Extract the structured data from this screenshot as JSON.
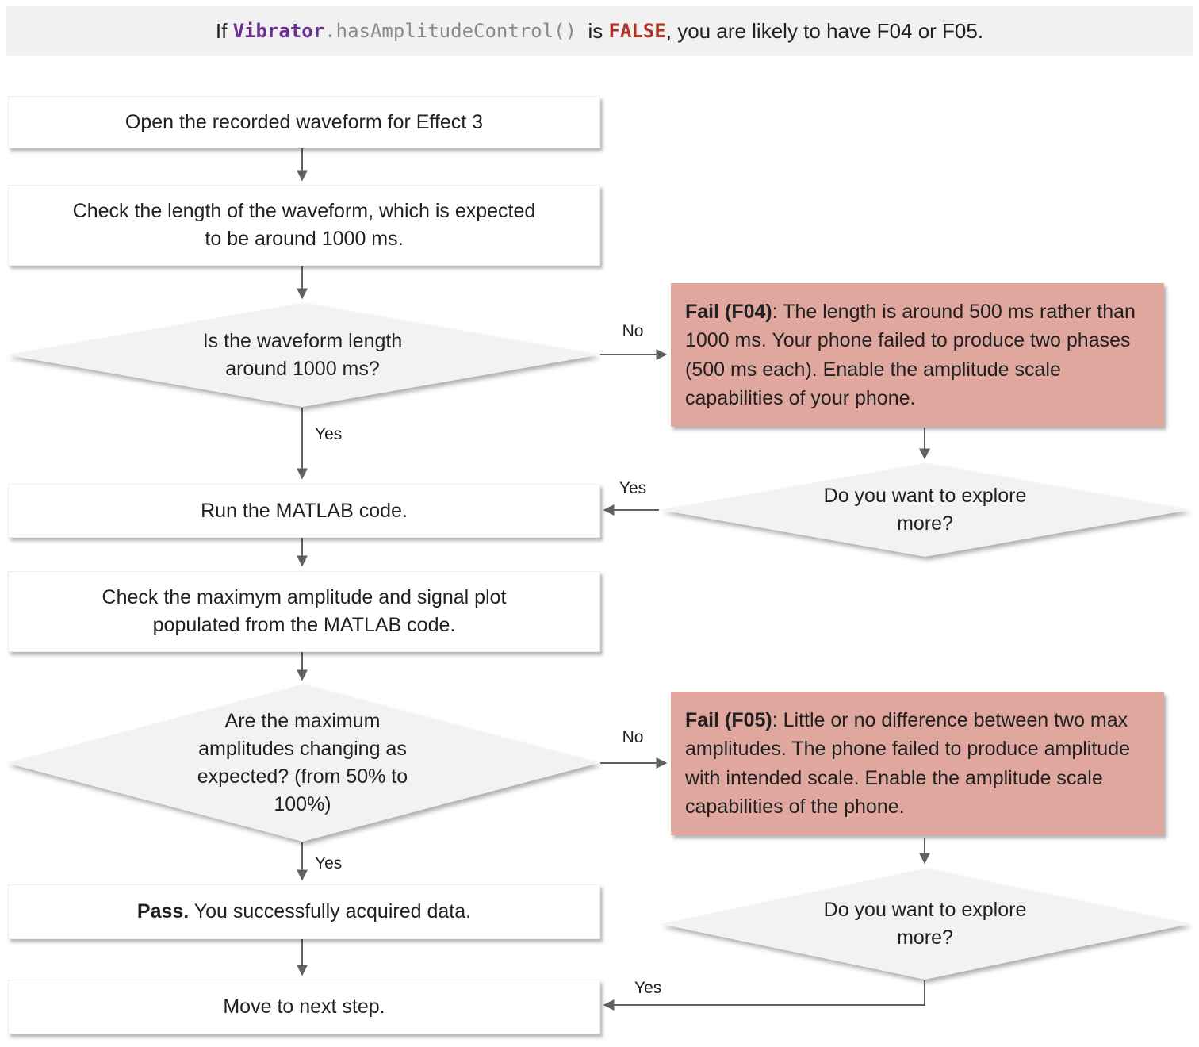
{
  "header": {
    "prefix": "If ",
    "code_object": "Vibrator",
    "code_method": ".hasAmplitudeControl()",
    "middle": "  is ",
    "code_value": "FALSE",
    "suffix": ", you are likely to have F04 or F05."
  },
  "colors": {
    "fail_box_bg": "#dfa79e",
    "decision_bg": "#f2f2f2",
    "banner_bg": "#f1f1f1",
    "code_object_color": "#6b2d90",
    "code_value_color": "#b03226",
    "arrow_color": "#616161"
  },
  "nodes": {
    "open_waveform": {
      "text": "Open the recorded waveform for Effect 3"
    },
    "check_length": {
      "text": "Check the length of the waveform, which is expected to be around 1000 ms."
    },
    "length_question": {
      "text": "Is the waveform length around 1000 ms?"
    },
    "run_matlab": {
      "text": "Run the MATLAB code."
    },
    "check_amplitude": {
      "text": "Check the maximym amplitude and signal plot populated from the MATLAB code."
    },
    "amplitude_question": {
      "text": "Are the maximum amplitudes changing as expected? (from 50% to 100%)"
    },
    "pass": {
      "bold": "Pass.",
      "text": " You successfully acquired data."
    },
    "move_next": {
      "text": "Move to next step."
    },
    "fail_f04": {
      "bold": "Fail (F04)",
      "text": ": The length is around 500 ms rather than 1000 ms. Your phone failed to produce two phases (500 ms each). Enable the amplitude scale capabilities of your phone."
    },
    "explore_more_1": {
      "text": "Do you want to explore more?"
    },
    "fail_f05": {
      "bold": "Fail (F05)",
      "text": ": Little or no difference between two max amplitudes. The phone failed to produce amplitude with intended scale. Enable the amplitude scale capabilities of the phone."
    },
    "explore_more_2": {
      "text": "Do you want to explore more?"
    }
  },
  "edge_labels": {
    "no_1": "No",
    "yes_1": "Yes",
    "yes_explore_1": "Yes",
    "no_2": "No",
    "yes_2": "Yes",
    "yes_explore_2": "Yes"
  }
}
